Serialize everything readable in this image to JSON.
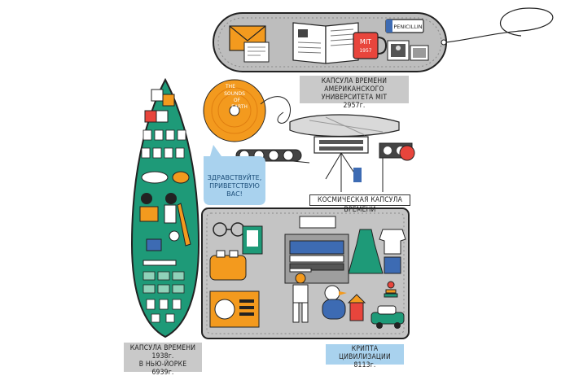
{
  "colors": {
    "capsule_green": "#1e9a78",
    "capsule_gray": "#bdbdbd",
    "crypt_gray": "#c4c4c4",
    "record_orange": "#f39a1e",
    "bubble_blue": "#a9d2ee",
    "accent_red": "#e8453c",
    "dark": "#222222"
  },
  "labels": {
    "mit_line1": "КАПСУЛА ВРЕМЕНИ",
    "mit_line2": "АМЕРИКАНСКОГО УНИВЕРСИТЕТА MIT",
    "mit_year": "2957г.",
    "space": "КОСМИЧЕСКАЯ КАПСУЛА ВРЕМЕНИ",
    "ny_line1": "КАПСУЛА ВРЕМЕНИ 1938г.",
    "ny_line2": "В НЬЮ-ЙОРКЕ",
    "ny_year": "6939г.",
    "crypt_line1": "КРИПТА ЦИВИЛИЗАЦИИ",
    "crypt_year": "8113г."
  },
  "bubble": {
    "line1": "ЗДРАВСТВУЙТЕ,",
    "line2": "ПРИВЕТСТВУЮ ВАС!"
  },
  "record": {
    "line1": "THE",
    "line2": "SOUNDS",
    "line3": "OF",
    "line4": "EARTH"
  },
  "mit_items": {
    "penicillin": "PENICILLIN",
    "mug_text": "MIT",
    "mug_year": "1957"
  },
  "icons": [
    "envelope-icon",
    "open-book-icon",
    "mit-mug-icon",
    "penicillin-bottle-icon",
    "photo-frames-icon",
    "golden-record-icon",
    "voyager-probe-icon",
    "baseball-bat-icon",
    "toy-blocks-icon",
    "typewriter-icon",
    "toaster-icon",
    "radio-icon",
    "cowboy-figure-icon",
    "duck-toy-icon",
    "toy-car-icon",
    "dress-icon",
    "shirt-icon",
    "glasses-icon",
    "toothpaste-icon"
  ]
}
